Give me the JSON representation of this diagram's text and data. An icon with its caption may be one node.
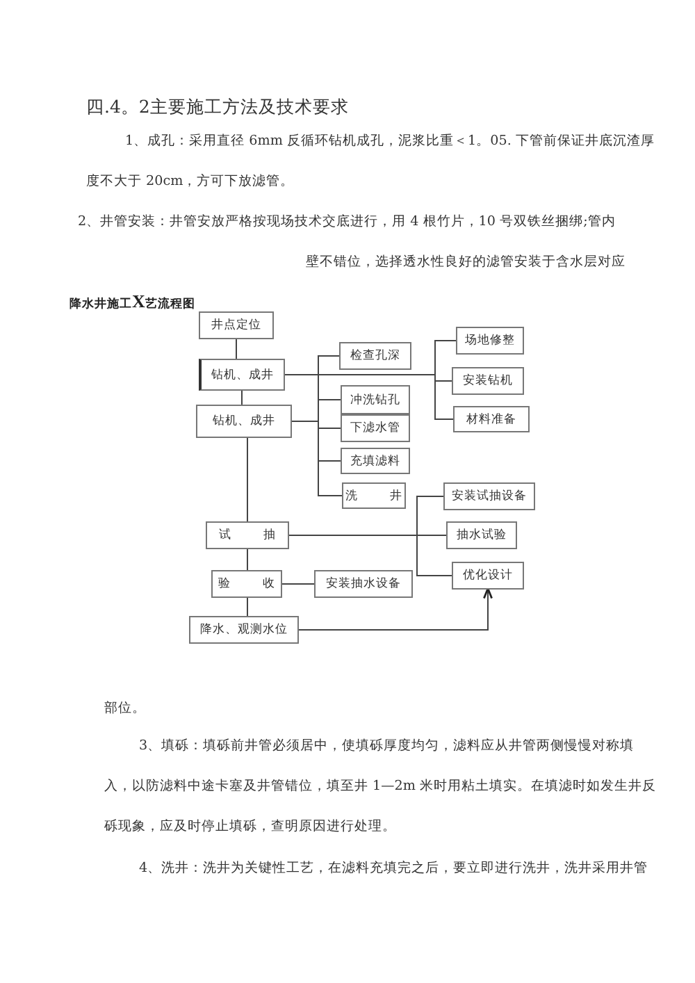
{
  "diagram": {
    "title": "降水井施工**X**艺流程图",
    "nodes": [
      {
        "text": [
          "井点定位"
        ]
      },
      {
        "text": [
          "钻机、成井"
        ]
      },
      {
        "text": [
          "钻机、成井"
        ]
      },
      {
        "text": [
          "检查孔深"
        ]
      },
      {
        "text": [
          "冲洗钻孔"
        ]
      },
      {
        "text": [
          "下滤水管"
        ]
      },
      {
        "text": [
          "充填滤料"
        ]
      },
      {
        "text": [
          "洗 井"
        ]
      },
      {
        "text": [
          "场地修整"
        ]
      },
      {
        "text": [
          "安装钻机"
        ]
      },
      {
        "text": [
          "材料准备"
        ]
      },
      {
        "text": [
          "试 抽"
        ]
      },
      {
        "text": [
          "验 收"
        ]
      },
      {
        "text": [
          "安装抽水设备"
        ]
      },
      {
        "text": [
          "降水、观测水位"
        ]
      },
      {
        "text": [
          "安装试抽设备"
        ]
      },
      {
        "text": [
          "抽水试验"
        ]
      },
      {
        "text": [
          "优化设计"
        ]
      }
    ],
    "edges": [
      {
        "from": 0,
        "to": 1,
        "arrow": "none"
      },
      {
        "from": 1,
        "to": 2,
        "arrow": "none"
      },
      {
        "from": 1,
        "to": 8,
        "arrow": "none"
      },
      {
        "from": 1,
        "to": 9,
        "arrow": "none"
      },
      {
        "from": 1,
        "to": 10,
        "arrow": "none"
      },
      {
        "from": 2,
        "to": 3,
        "arrow": "none"
      },
      {
        "from": 2,
        "to": 4,
        "arrow": "none"
      },
      {
        "from": 2,
        "to": 5,
        "arrow": "none"
      },
      {
        "from": 2,
        "to": 6,
        "arrow": "none"
      },
      {
        "from": 2,
        "to": 7,
        "arrow": "none"
      },
      {
        "from": 2,
        "to": 11,
        "arrow": "none"
      },
      {
        "from": 11,
        "to": 15,
        "arrow": "none"
      },
      {
        "from": 11,
        "to": 16,
        "arrow": "none"
      },
      {
        "from": 11,
        "to": 17,
        "arrow": "none"
      },
      {
        "from": 11,
        "to": 12,
        "arrow": "none"
      },
      {
        "from": 12,
        "to": 13,
        "arrow": "none"
      },
      {
        "from": 12,
        "to": 14,
        "arrow": "none"
      },
      {
        "from": 14,
        "to": 17,
        "arrow": "to"
      }
    ],
    "labels": [
      "四.4。2主要施工方法及技术要求",
      "1、成孔：采用直径 6mm 反循环钻机成孔，泥浆比重＜1。05. 下管前保证井底沉渣厚度不大于 20cm，方可下放滤管。",
      "2、井管安装：井管安放严格按现场技术交底进行，用 4 根竹片，10 号双铁丝捆绑;管内",
      "壁不错位，选择透水性良好的滤管安装于含水层对应",
      "部位。",
      "3、填砾：填砾前井管必须居中，使填砾厚度均匀，滤料应从井管两侧慢慢对称填入，以防滤料中途卡塞及井管错位，填至井 1—2m 米时用粘土填实。在填滤时如发生井反砾现象，应及时停止填砾，查明原因进行处理。",
      "4、洗井：洗井为关键性工艺，在滤料充填完之后，要立即进行洗井，洗井采用井管"
    ]
  }
}
